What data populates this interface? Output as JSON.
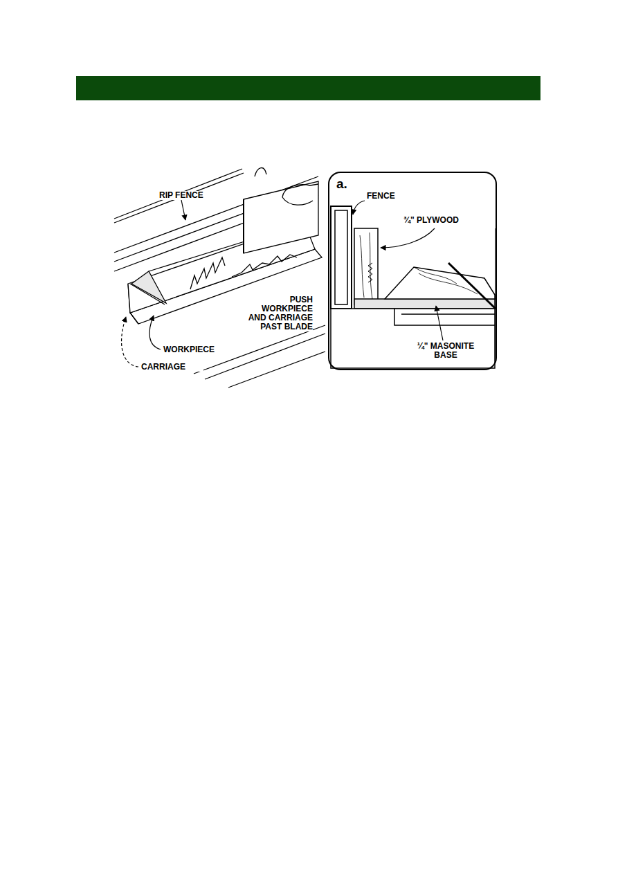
{
  "diagram": {
    "nodes": [
      {
        "text": [
          "a."
        ]
      }
    ],
    "labels": [
      "RIP FENCE",
      "PUSH WORKPIECE AND CARRIAGE PAST BLADE",
      "WORKPIECE",
      "CARRIAGE",
      "FENCE",
      "¾\" PLYWOOD",
      "¼\" MASONITE BASE"
    ]
  }
}
